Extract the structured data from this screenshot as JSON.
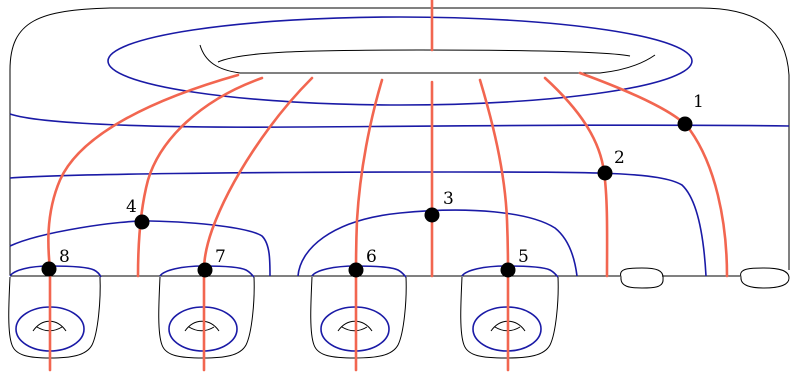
{
  "colors": {
    "outline": "#000000",
    "blue_curve": "#1a1aa6",
    "red_arc": "#f26650",
    "point": "#000000"
  },
  "points": [
    {
      "label": "1"
    },
    {
      "label": "2"
    },
    {
      "label": "3"
    },
    {
      "label": "4"
    },
    {
      "label": "5"
    },
    {
      "label": "6"
    },
    {
      "label": "7"
    },
    {
      "label": "8"
    }
  ]
}
